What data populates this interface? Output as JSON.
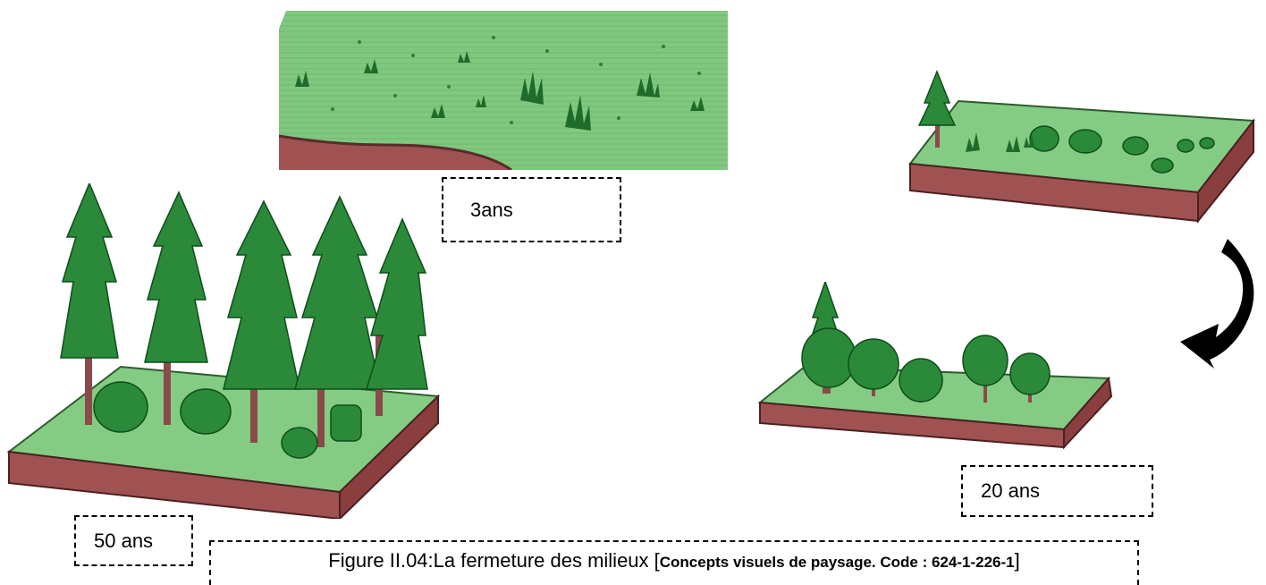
{
  "labels": {
    "stage_3": "3ans",
    "stage_20": "20 ans",
    "stage_50": "50 ans"
  },
  "caption": {
    "prefix": "Figure II.04:La fermeture des milieux [",
    "source": "Concepts visuels de paysage. Code : 624-1-226-1",
    "suffix": "]"
  },
  "colors": {
    "grass": "#7fc77f",
    "grass_dark": "#5aa65a",
    "soil": "#9a4a4a",
    "soil_dark": "#6b2d2d",
    "tree": "#1f7a2e",
    "tree_dark": "#0f4d1a",
    "trunk": "#8a4a4a",
    "arrow": "#000000"
  }
}
